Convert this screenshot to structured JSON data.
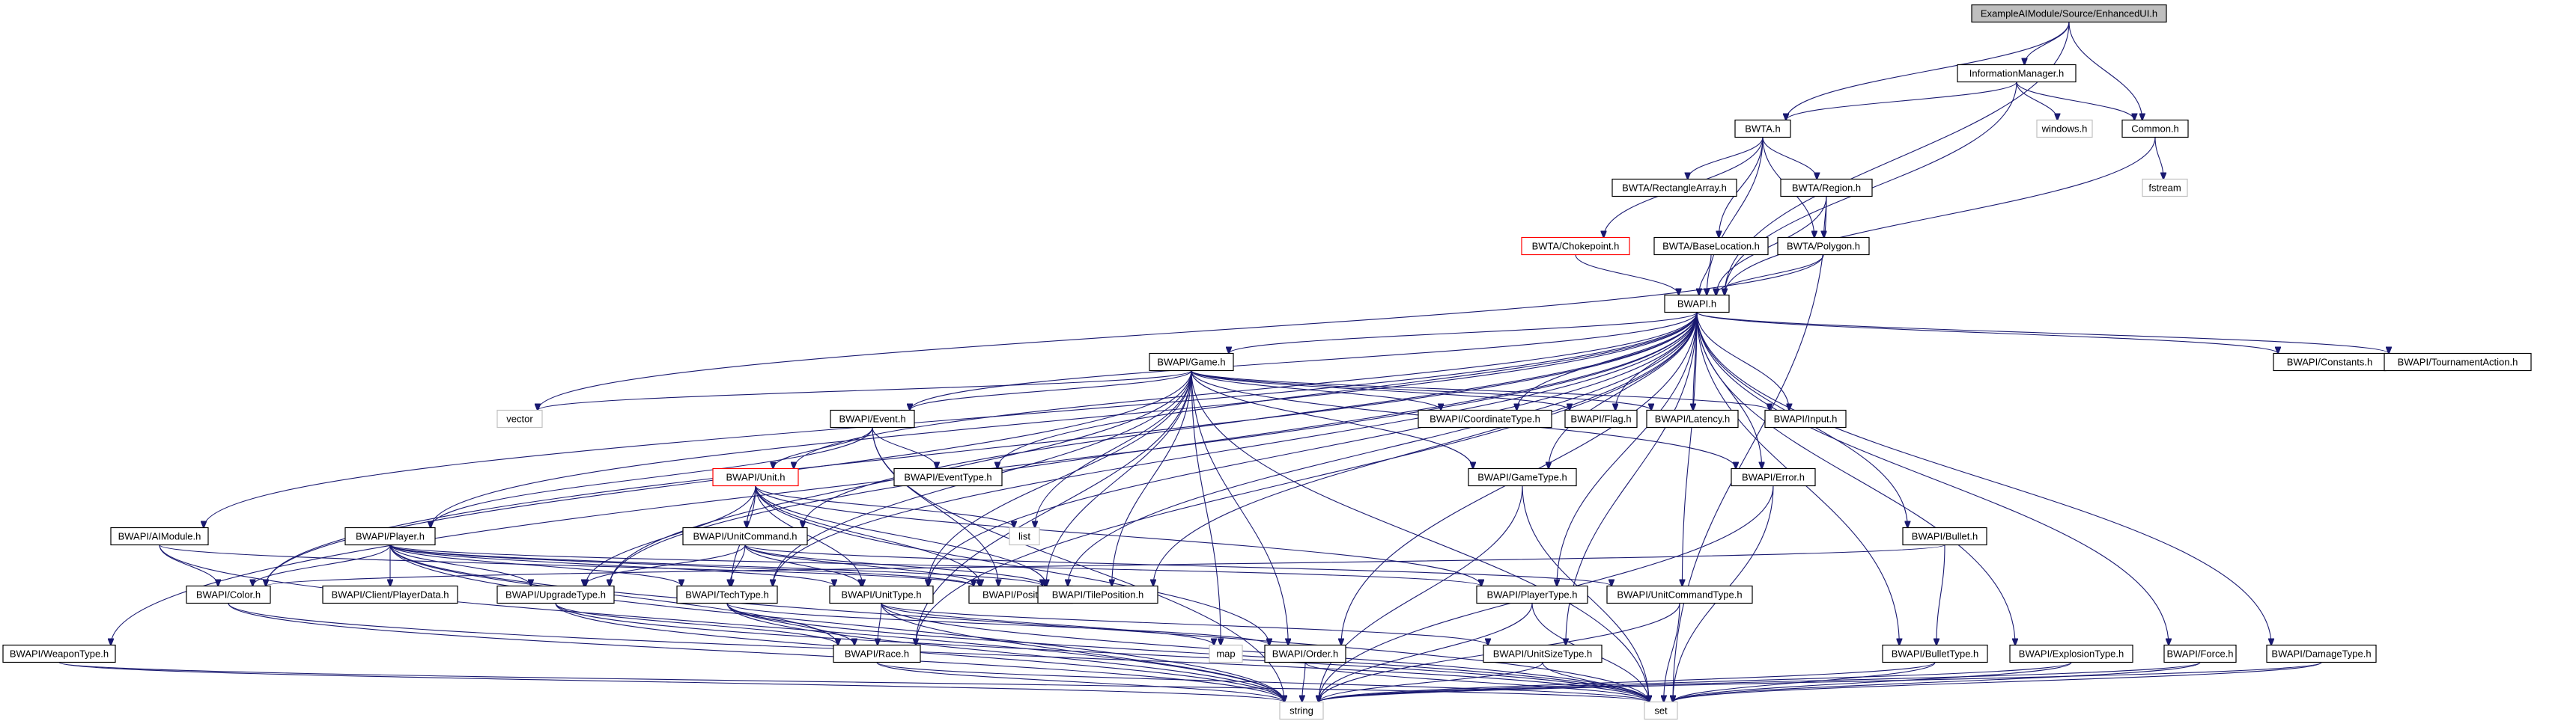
{
  "diagram": {
    "type": "include-dependency-graph",
    "colors": {
      "edge": "#191970",
      "root_fill": "#bfbfbf",
      "node_border": "#000000",
      "system_border": "#c0c0c0",
      "truncated_border": "#ff0000"
    },
    "nodes": [
      {
        "id": "root",
        "label": "ExampleAIModule/Source/EnhancedUI.h",
        "kind": "root"
      },
      {
        "id": "infomgr",
        "label": "InformationManager.h",
        "kind": "normal"
      },
      {
        "id": "windows",
        "label": "windows.h",
        "kind": "system"
      },
      {
        "id": "common",
        "label": "Common.h",
        "kind": "normal"
      },
      {
        "id": "fstream",
        "label": "fstream",
        "kind": "system"
      },
      {
        "id": "bwta",
        "label": "BWTA.h",
        "kind": "normal"
      },
      {
        "id": "rectarray",
        "label": "BWTA/RectangleArray.h",
        "kind": "normal"
      },
      {
        "id": "region",
        "label": "BWTA/Region.h",
        "kind": "normal"
      },
      {
        "id": "choke",
        "label": "BWTA/Chokepoint.h",
        "kind": "red"
      },
      {
        "id": "baseloc",
        "label": "BWTA/BaseLocation.h",
        "kind": "normal"
      },
      {
        "id": "polygon",
        "label": "BWTA/Polygon.h",
        "kind": "normal"
      },
      {
        "id": "bwapi",
        "label": "BWAPI.h",
        "kind": "normal"
      },
      {
        "id": "game",
        "label": "BWAPI/Game.h",
        "kind": "normal"
      },
      {
        "id": "constants",
        "label": "BWAPI/Constants.h",
        "kind": "normal"
      },
      {
        "id": "tournament",
        "label": "BWAPI/TournamentAction.h",
        "kind": "normal"
      },
      {
        "id": "vector",
        "label": "vector",
        "kind": "system"
      },
      {
        "id": "event",
        "label": "BWAPI/Event.h",
        "kind": "normal"
      },
      {
        "id": "coordtype",
        "label": "BWAPI/CoordinateType.h",
        "kind": "normal"
      },
      {
        "id": "flag",
        "label": "BWAPI/Flag.h",
        "kind": "normal"
      },
      {
        "id": "latency",
        "label": "BWAPI/Latency.h",
        "kind": "normal"
      },
      {
        "id": "input",
        "label": "BWAPI/Input.h",
        "kind": "normal"
      },
      {
        "id": "unit",
        "label": "BWAPI/Unit.h",
        "kind": "red"
      },
      {
        "id": "eventtype",
        "label": "BWAPI/EventType.h",
        "kind": "normal"
      },
      {
        "id": "gametype",
        "label": "BWAPI/GameType.h",
        "kind": "normal"
      },
      {
        "id": "error",
        "label": "BWAPI/Error.h",
        "kind": "normal"
      },
      {
        "id": "list",
        "label": "list",
        "kind": "system"
      },
      {
        "id": "aimodule",
        "label": "BWAPI/AIModule.h",
        "kind": "normal"
      },
      {
        "id": "player",
        "label": "BWAPI/Player.h",
        "kind": "normal"
      },
      {
        "id": "unitcommand",
        "label": "BWAPI/UnitCommand.h",
        "kind": "normal"
      },
      {
        "id": "bullet",
        "label": "BWAPI/Bullet.h",
        "kind": "normal"
      },
      {
        "id": "color",
        "label": "BWAPI/Color.h",
        "kind": "normal"
      },
      {
        "id": "playerdata",
        "label": "BWAPI/Client/PlayerData.h",
        "kind": "normal"
      },
      {
        "id": "upgradetype",
        "label": "BWAPI/UpgradeType.h",
        "kind": "normal"
      },
      {
        "id": "techtype",
        "label": "BWAPI/TechType.h",
        "kind": "normal"
      },
      {
        "id": "unittype",
        "label": "BWAPI/UnitType.h",
        "kind": "normal"
      },
      {
        "id": "position",
        "label": "BWAPI/Position.h",
        "kind": "normal"
      },
      {
        "id": "tileposition",
        "label": "BWAPI/TilePosition.h",
        "kind": "normal"
      },
      {
        "id": "playertype",
        "label": "BWAPI/PlayerType.h",
        "kind": "normal"
      },
      {
        "id": "unitcmdtype",
        "label": "BWAPI/UnitCommandType.h",
        "kind": "normal"
      },
      {
        "id": "weapontype",
        "label": "BWAPI/WeaponType.h",
        "kind": "normal"
      },
      {
        "id": "race",
        "label": "BWAPI/Race.h",
        "kind": "normal"
      },
      {
        "id": "map",
        "label": "map",
        "kind": "system"
      },
      {
        "id": "order",
        "label": "BWAPI/Order.h",
        "kind": "normal"
      },
      {
        "id": "unitsizetype",
        "label": "BWAPI/UnitSizeType.h",
        "kind": "normal"
      },
      {
        "id": "bullettype",
        "label": "BWAPI/BulletType.h",
        "kind": "normal"
      },
      {
        "id": "explosiontype",
        "label": "BWAPI/ExplosionType.h",
        "kind": "normal"
      },
      {
        "id": "force",
        "label": "BWAPI/Force.h",
        "kind": "normal"
      },
      {
        "id": "damagetype",
        "label": "BWAPI/DamageType.h",
        "kind": "normal"
      },
      {
        "id": "string",
        "label": "string",
        "kind": "system"
      },
      {
        "id": "set",
        "label": "set",
        "kind": "system"
      }
    ],
    "edges": [
      [
        "root",
        "infomgr"
      ],
      [
        "root",
        "bwta"
      ],
      [
        "root",
        "common"
      ],
      [
        "root",
        "bwapi"
      ],
      [
        "infomgr",
        "bwta"
      ],
      [
        "infomgr",
        "windows"
      ],
      [
        "infomgr",
        "common"
      ],
      [
        "infomgr",
        "bwapi"
      ],
      [
        "common",
        "fstream"
      ],
      [
        "common",
        "bwapi"
      ],
      [
        "bwta",
        "rectarray"
      ],
      [
        "bwta",
        "region"
      ],
      [
        "bwta",
        "choke"
      ],
      [
        "bwta",
        "baseloc"
      ],
      [
        "bwta",
        "polygon"
      ],
      [
        "bwta",
        "bwapi"
      ],
      [
        "region",
        "polygon"
      ],
      [
        "region",
        "bwapi"
      ],
      [
        "region",
        "set"
      ],
      [
        "choke",
        "bwapi"
      ],
      [
        "baseloc",
        "bwapi"
      ],
      [
        "polygon",
        "bwapi"
      ],
      [
        "polygon",
        "vector"
      ],
      [
        "bwapi",
        "game"
      ],
      [
        "bwapi",
        "constants"
      ],
      [
        "bwapi",
        "tournament"
      ],
      [
        "bwapi",
        "event"
      ],
      [
        "bwapi",
        "coordtype"
      ],
      [
        "bwapi",
        "flag"
      ],
      [
        "bwapi",
        "latency"
      ],
      [
        "bwapi",
        "input"
      ],
      [
        "bwapi",
        "unit"
      ],
      [
        "bwapi",
        "eventtype"
      ],
      [
        "bwapi",
        "gametype"
      ],
      [
        "bwapi",
        "error"
      ],
      [
        "bwapi",
        "aimodule"
      ],
      [
        "bwapi",
        "player"
      ],
      [
        "bwapi",
        "unitcommand"
      ],
      [
        "bwapi",
        "bullet"
      ],
      [
        "bwapi",
        "color"
      ],
      [
        "bwapi",
        "upgradetype"
      ],
      [
        "bwapi",
        "techtype"
      ],
      [
        "bwapi",
        "unittype"
      ],
      [
        "bwapi",
        "position"
      ],
      [
        "bwapi",
        "tileposition"
      ],
      [
        "bwapi",
        "playertype"
      ],
      [
        "bwapi",
        "unitcmdtype"
      ],
      [
        "bwapi",
        "weapontype"
      ],
      [
        "bwapi",
        "race"
      ],
      [
        "bwapi",
        "order"
      ],
      [
        "bwapi",
        "unitsizetype"
      ],
      [
        "bwapi",
        "bullettype"
      ],
      [
        "bwapi",
        "explosiontype"
      ],
      [
        "bwapi",
        "force"
      ],
      [
        "bwapi",
        "damagetype"
      ],
      [
        "game",
        "vector"
      ],
      [
        "game",
        "event"
      ],
      [
        "game",
        "coordtype"
      ],
      [
        "game",
        "flag"
      ],
      [
        "game",
        "latency"
      ],
      [
        "game",
        "input"
      ],
      [
        "game",
        "list"
      ],
      [
        "game",
        "gametype"
      ],
      [
        "game",
        "error"
      ],
      [
        "game",
        "color"
      ],
      [
        "game",
        "upgradetype"
      ],
      [
        "game",
        "unittype"
      ],
      [
        "game",
        "position"
      ],
      [
        "game",
        "tileposition"
      ],
      [
        "game",
        "map"
      ],
      [
        "game",
        "race"
      ],
      [
        "game",
        "order"
      ],
      [
        "game",
        "set"
      ],
      [
        "game",
        "techtype"
      ],
      [
        "event",
        "unit"
      ],
      [
        "event",
        "eventtype"
      ],
      [
        "event",
        "player"
      ],
      [
        "event",
        "position"
      ],
      [
        "event",
        "string"
      ],
      [
        "unit",
        "list"
      ],
      [
        "unit",
        "unitcommand"
      ],
      [
        "unit",
        "upgradetype"
      ],
      [
        "unit",
        "techtype"
      ],
      [
        "unit",
        "unittype"
      ],
      [
        "unit",
        "position"
      ],
      [
        "unit",
        "tileposition"
      ],
      [
        "unit",
        "order"
      ],
      [
        "unit",
        "playertype"
      ],
      [
        "gametype",
        "string"
      ],
      [
        "gametype",
        "set"
      ],
      [
        "error",
        "string"
      ],
      [
        "error",
        "set"
      ],
      [
        "aimodule",
        "color"
      ],
      [
        "aimodule",
        "string"
      ],
      [
        "aimodule",
        "position"
      ],
      [
        "player",
        "color"
      ],
      [
        "player",
        "playerdata"
      ],
      [
        "player",
        "upgradetype"
      ],
      [
        "player",
        "techtype"
      ],
      [
        "player",
        "unittype"
      ],
      [
        "player",
        "position"
      ],
      [
        "player",
        "tileposition"
      ],
      [
        "player",
        "playertype"
      ],
      [
        "player",
        "race"
      ],
      [
        "player",
        "string"
      ],
      [
        "player",
        "set"
      ],
      [
        "unitcommand",
        "upgradetype"
      ],
      [
        "unitcommand",
        "techtype"
      ],
      [
        "unitcommand",
        "unittype"
      ],
      [
        "unitcommand",
        "position"
      ],
      [
        "unitcommand",
        "tileposition"
      ],
      [
        "unitcommand",
        "unitcmdtype"
      ],
      [
        "bullet",
        "bullettype"
      ],
      [
        "bullet",
        "color"
      ],
      [
        "color",
        "string"
      ],
      [
        "color",
        "set"
      ],
      [
        "upgradetype",
        "race"
      ],
      [
        "upgradetype",
        "string"
      ],
      [
        "upgradetype",
        "set"
      ],
      [
        "techtype",
        "race"
      ],
      [
        "techtype",
        "order"
      ],
      [
        "techtype",
        "string"
      ],
      [
        "techtype",
        "set"
      ],
      [
        "unittype",
        "race"
      ],
      [
        "unittype",
        "unitsizetype"
      ],
      [
        "unittype",
        "map"
      ],
      [
        "unittype",
        "string"
      ],
      [
        "unittype",
        "set"
      ],
      [
        "playertype",
        "string"
      ],
      [
        "playertype",
        "set"
      ],
      [
        "unitcmdtype",
        "string"
      ],
      [
        "unitcmdtype",
        "set"
      ],
      [
        "weapontype",
        "string"
      ],
      [
        "weapontype",
        "set"
      ],
      [
        "race",
        "string"
      ],
      [
        "race",
        "set"
      ],
      [
        "order",
        "string"
      ],
      [
        "order",
        "set"
      ],
      [
        "unitsizetype",
        "string"
      ],
      [
        "unitsizetype",
        "set"
      ],
      [
        "bullettype",
        "string"
      ],
      [
        "bullettype",
        "set"
      ],
      [
        "explosiontype",
        "string"
      ],
      [
        "explosiontype",
        "set"
      ],
      [
        "force",
        "string"
      ],
      [
        "force",
        "set"
      ],
      [
        "damagetype",
        "string"
      ],
      [
        "damagetype",
        "set"
      ]
    ]
  }
}
